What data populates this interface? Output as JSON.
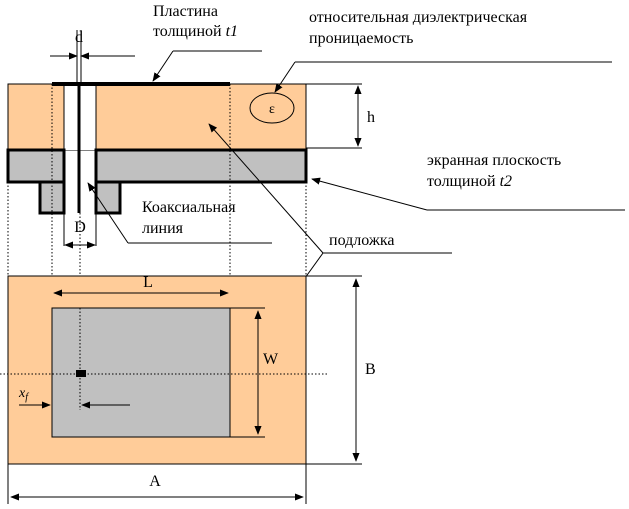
{
  "colors": {
    "substrate": "#FFCC99",
    "metal": "#C0C0C0",
    "outline": "#000000",
    "background": "#FFFFFF"
  },
  "labels": {
    "plate_line1": "Пластина",
    "plate_line2": "толщиной ",
    "plate_var": "t1",
    "permittivity_line1": "относительная диэлектрическая",
    "permittivity_line2": "проницаемость",
    "ground_line1": "экранная плоскость",
    "ground_line2": "толщиной ",
    "ground_var": "t2",
    "coax_line1": "Коаксиальная",
    "coax_line2": "линия",
    "substrate": "подложка"
  },
  "dimensions": {
    "d": "d",
    "D": "D",
    "h": "h",
    "epsilon": "ε",
    "L": "L",
    "W": "W",
    "B": "B",
    "A": "A",
    "xf_base": "x",
    "xf_sub": "f"
  }
}
